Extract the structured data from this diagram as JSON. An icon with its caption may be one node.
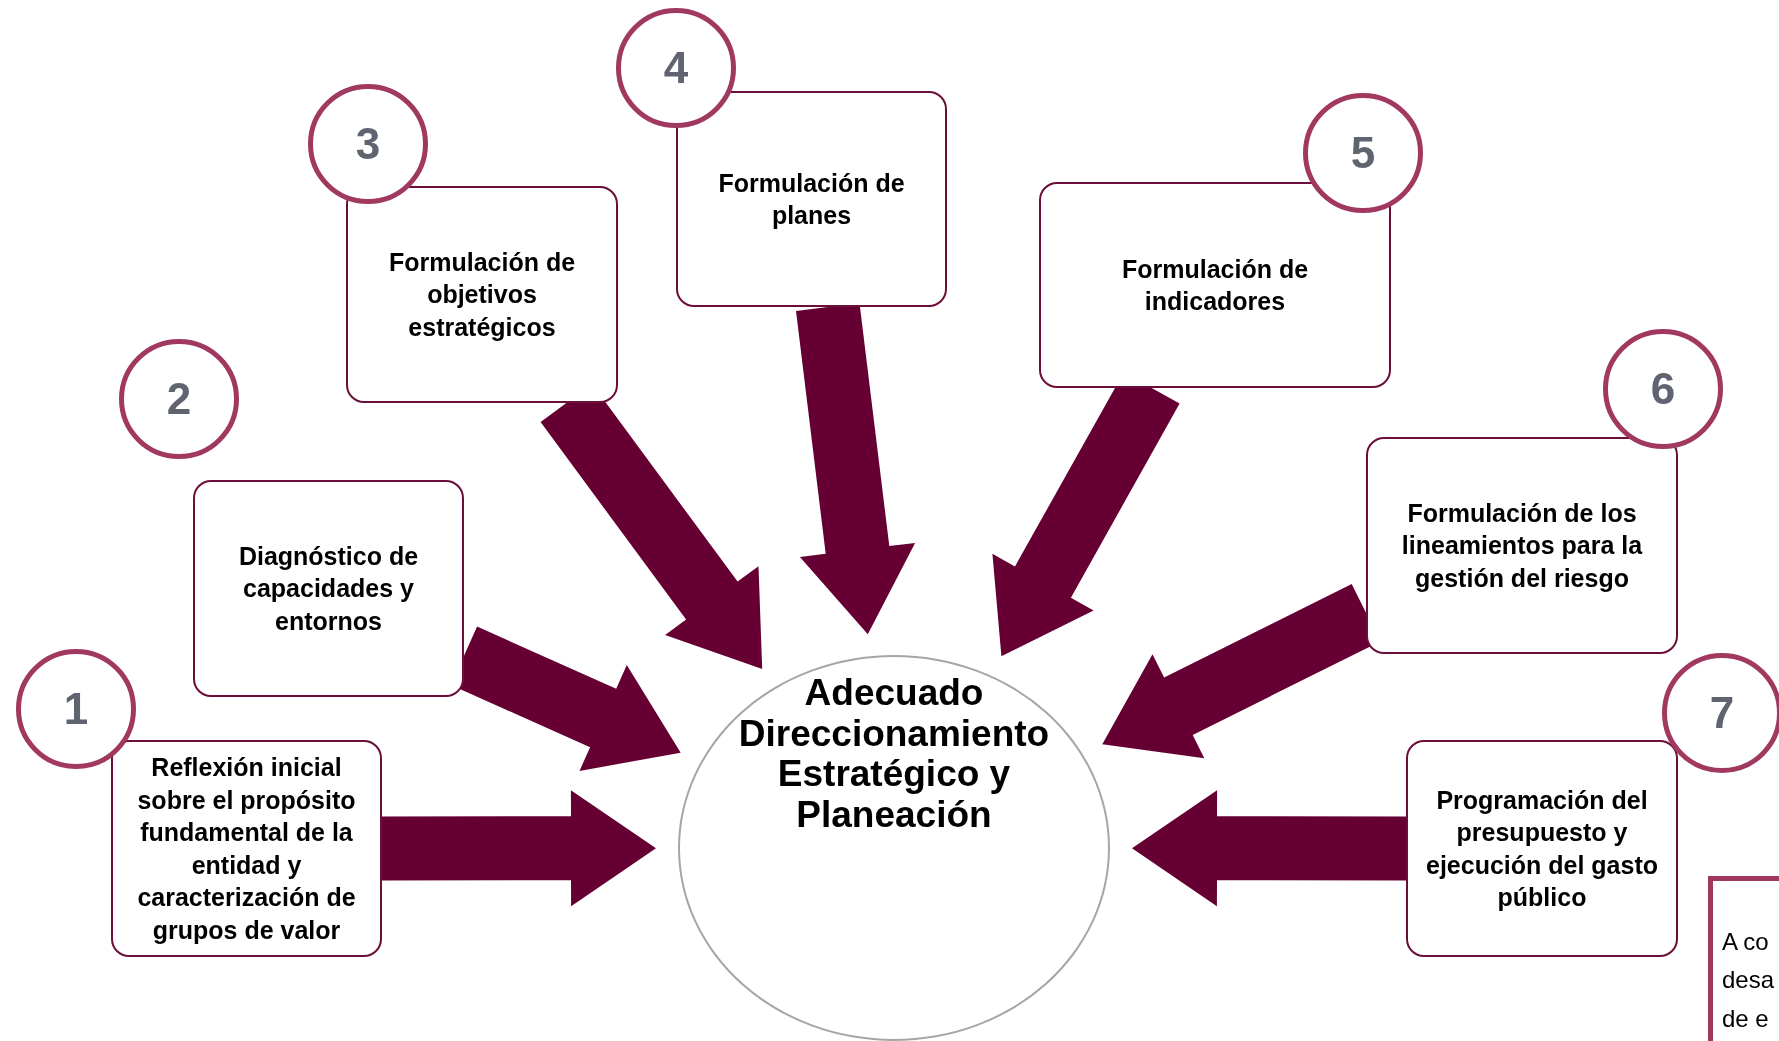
{
  "diagram": {
    "nodes": [
      {
        "text": [
          "Adecuado Direccionamiento Estratégico y Planeación"
        ]
      },
      {
        "text": [
          "Reflexión inicial sobre el propósito fundamental de la entidad y caracterización de grupos de valor"
        ]
      },
      {
        "text": [
          "Diagnóstico de capacidades y entornos"
        ]
      },
      {
        "text": [
          "Formulación de objetivos estratégicos"
        ]
      },
      {
        "text": [
          "Formulación de planes"
        ]
      },
      {
        "text": [
          "Formulación de indicadores"
        ]
      },
      {
        "text": [
          "Formulación de los lineamientos para la gestión del riesgo"
        ]
      },
      {
        "text": [
          "Programación del presupuesto y ejecución del gasto público"
        ]
      },
      {
        "text": [
          "1"
        ]
      },
      {
        "text": [
          "2"
        ]
      },
      {
        "text": [
          "3"
        ]
      },
      {
        "text": [
          "4"
        ]
      },
      {
        "text": [
          "5"
        ]
      },
      {
        "text": [
          "6"
        ]
      },
      {
        "text": [
          "7"
        ]
      },
      {
        "text": [
          "A co desa de e"
        ]
      }
    ],
    "edges": [
      {
        "from": 1,
        "to": 0,
        "arrow": "to"
      },
      {
        "from": 2,
        "to": 0,
        "arrow": "to"
      },
      {
        "from": 3,
        "to": 0,
        "arrow": "to"
      },
      {
        "from": 4,
        "to": 0,
        "arrow": "to"
      },
      {
        "from": 5,
        "to": 0,
        "arrow": "to"
      },
      {
        "from": 6,
        "to": 0,
        "arrow": "to"
      },
      {
        "from": 7,
        "to": 0,
        "arrow": "to"
      }
    ]
  }
}
